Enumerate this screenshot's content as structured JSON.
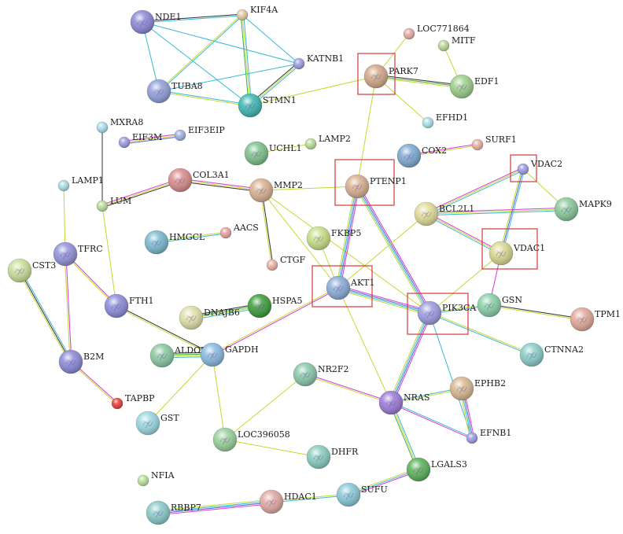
{
  "network": {
    "nodes": [
      {
        "id": "NDE1",
        "label": "NDE1",
        "color": "#8a86d6",
        "size": "large"
      },
      {
        "id": "KIF4A",
        "label": "KIF4A",
        "color": "#e2c8a0",
        "size": "small"
      },
      {
        "id": "KATNB1",
        "label": "KATNB1",
        "color": "#9a9ae0",
        "size": "small"
      },
      {
        "id": "TUBA8",
        "label": "TUBA8",
        "color": "#8f9fd8",
        "size": "large"
      },
      {
        "id": "STMN1",
        "label": "STMN1",
        "color": "#3bb5b0",
        "size": "large"
      },
      {
        "id": "LOC771864",
        "label": "LOC771864",
        "color": "#e8a8a0",
        "size": "small"
      },
      {
        "id": "MITF",
        "label": "MITF",
        "color": "#b8d890",
        "size": "small"
      },
      {
        "id": "PARK7",
        "label": "PARK7",
        "color": "#d2a888",
        "size": "large"
      },
      {
        "id": "EDF1",
        "label": "EDF1",
        "color": "#9ccf8a",
        "size": "large"
      },
      {
        "id": "EFHD1",
        "label": "EFHD1",
        "color": "#a8dfe8",
        "size": "small"
      },
      {
        "id": "MXRA8",
        "label": "MXRA8",
        "color": "#a8dcea",
        "size": "small"
      },
      {
        "id": "EIF3M",
        "label": "EIF3M",
        "color": "#9a9ae0",
        "size": "small"
      },
      {
        "id": "EIF3EIP",
        "label": "EIF3EIP",
        "color": "#9fb0e0",
        "size": "small"
      },
      {
        "id": "UCHL1",
        "label": "UCHL1",
        "color": "#7cc08a",
        "size": "large"
      },
      {
        "id": "LAMP2",
        "label": "LAMP2",
        "color": "#b8dc98",
        "size": "small"
      },
      {
        "id": "COX2",
        "label": "COX2",
        "color": "#7aa8d0",
        "size": "large"
      },
      {
        "id": "SURF1",
        "label": "SURF1",
        "color": "#e8b0a0",
        "size": "small"
      },
      {
        "id": "VDAC2",
        "label": "VDAC2",
        "color": "#9a9ae0",
        "size": "small"
      },
      {
        "id": "LAMP1",
        "label": "LAMP1",
        "color": "#a8dce0",
        "size": "small"
      },
      {
        "id": "LUM",
        "label": "LUM",
        "color": "#b8dc98",
        "size": "small"
      },
      {
        "id": "COL3A1",
        "label": "COL3A1",
        "color": "#d88a8a",
        "size": "large"
      },
      {
        "id": "MMP2",
        "label": "MMP2",
        "color": "#d8b090",
        "size": "large"
      },
      {
        "id": "PTENP1",
        "label": "PTENP1",
        "color": "#d8ae90",
        "size": "large"
      },
      {
        "id": "BCL2L1",
        "label": "BCL2L1",
        "color": "#e0dc98",
        "size": "large"
      },
      {
        "id": "MAPK9",
        "label": "MAPK9",
        "color": "#88c89a",
        "size": "large"
      },
      {
        "id": "HMGCL",
        "label": "HMGCL",
        "color": "#7ab8d0",
        "size": "large"
      },
      {
        "id": "AACS",
        "label": "AACS",
        "color": "#e8a0a0",
        "size": "small"
      },
      {
        "id": "FKBP5",
        "label": "FKBP5",
        "color": "#c8e088",
        "size": "large"
      },
      {
        "id": "VDAC1",
        "label": "VDAC1",
        "color": "#d8d890",
        "size": "large"
      },
      {
        "id": "TFRC",
        "label": "TFRC",
        "color": "#9090d8",
        "size": "large"
      },
      {
        "id": "CST3",
        "label": "CST3",
        "color": "#c8e098",
        "size": "large"
      },
      {
        "id": "CTGF",
        "label": "CTGF",
        "color": "#eab0a0",
        "size": "small"
      },
      {
        "id": "AKT1",
        "label": "AKT1",
        "color": "#8aaad8",
        "size": "large"
      },
      {
        "id": "PIK3CA",
        "label": "PIK3CA",
        "color": "#9a9ae0",
        "size": "large"
      },
      {
        "id": "GSN",
        "label": "GSN",
        "color": "#88d0a8",
        "size": "large"
      },
      {
        "id": "TPM1",
        "label": "TPM1",
        "color": "#e0a898",
        "size": "large"
      },
      {
        "id": "FTH1",
        "label": "FTH1",
        "color": "#8a8ad8",
        "size": "large"
      },
      {
        "id": "DNAJB6",
        "label": "DNAJB6",
        "color": "#e0e0a8",
        "size": "large"
      },
      {
        "id": "HSPA5",
        "label": "HSPA5",
        "color": "#3a9a3a",
        "size": "large"
      },
      {
        "id": "ALDOB",
        "label": "ALDOB",
        "color": "#88c8a0",
        "size": "large"
      },
      {
        "id": "GAPDH",
        "label": "GAPDH",
        "color": "#88b8e0",
        "size": "large"
      },
      {
        "id": "CTNNA2",
        "label": "CTNNA2",
        "color": "#88ccc8",
        "size": "large"
      },
      {
        "id": "B2M",
        "label": "B2M",
        "color": "#8888d8",
        "size": "large"
      },
      {
        "id": "NR2F2",
        "label": "NR2F2",
        "color": "#88c8a8",
        "size": "large"
      },
      {
        "id": "EPHB2",
        "label": "EPHB2",
        "color": "#d8b890",
        "size": "large"
      },
      {
        "id": "TAPBP",
        "label": "TAPBP",
        "color": "#e83838",
        "size": "small"
      },
      {
        "id": "GST",
        "label": "GST",
        "color": "#98d8e0",
        "size": "large"
      },
      {
        "id": "NRAS",
        "label": "NRAS",
        "color": "#9a78d8",
        "size": "large"
      },
      {
        "id": "EFNB1",
        "label": "EFNB1",
        "color": "#9a9ae0",
        "size": "small"
      },
      {
        "id": "LOC396058",
        "label": "LOC396058",
        "color": "#98d098",
        "size": "large"
      },
      {
        "id": "DHFR",
        "label": "DHFR",
        "color": "#88ccc0",
        "size": "large"
      },
      {
        "id": "LGALS3",
        "label": "LGALS3",
        "color": "#58b058",
        "size": "large"
      },
      {
        "id": "NFIA",
        "label": "NFIA",
        "color": "#b8e098",
        "size": "small"
      },
      {
        "id": "SUFU",
        "label": "SUFU",
        "color": "#88c8d8",
        "size": "large"
      },
      {
        "id": "HDAC1",
        "label": "HDAC1",
        "color": "#e0a8a0",
        "size": "large"
      },
      {
        "id": "RBBP7",
        "label": "RBBP7",
        "color": "#88cac8",
        "size": "large"
      }
    ],
    "highlighted": [
      "PARK7",
      "PTENP1",
      "VDAC2",
      "VDAC1",
      "AKT1",
      "PIK3CA"
    ],
    "edge_colors": {
      "yellow": "#c8d830",
      "cyan": "#38b8d8",
      "magenta": "#d838d8",
      "black": "#303030",
      "blue": "#4868d8",
      "green": "#48a848"
    },
    "edges": [
      {
        "a": "NDE1",
        "b": "KIF4A",
        "types": [
          "black",
          "cyan"
        ]
      },
      {
        "a": "NDE1",
        "b": "KATNB1",
        "types": [
          "cyan"
        ]
      },
      {
        "a": "NDE1",
        "b": "TUBA8",
        "types": [
          "cyan"
        ]
      },
      {
        "a": "NDE1",
        "b": "STMN1",
        "types": [
          "cyan"
        ]
      },
      {
        "a": "KIF4A",
        "b": "KATNB1",
        "types": [
          "cyan"
        ]
      },
      {
        "a": "KIF4A",
        "b": "TUBA8",
        "types": [
          "cyan",
          "yellow"
        ]
      },
      {
        "a": "KIF4A",
        "b": "STMN1",
        "types": [
          "cyan",
          "yellow",
          "green"
        ]
      },
      {
        "a": "KATNB1",
        "b": "TUBA8",
        "types": [
          "cyan"
        ]
      },
      {
        "a": "KATNB1",
        "b": "STMN1",
        "types": [
          "cyan",
          "yellow",
          "black"
        ]
      },
      {
        "a": "TUBA8",
        "b": "STMN1",
        "types": [
          "cyan",
          "yellow"
        ]
      },
      {
        "a": "STMN1",
        "b": "PARK7",
        "types": [
          "yellow"
        ]
      },
      {
        "a": "LOC771864",
        "b": "PARK7",
        "types": [
          "yellow"
        ]
      },
      {
        "a": "MITF",
        "b": "EDF1",
        "types": [
          "yellow"
        ]
      },
      {
        "a": "PARK7",
        "b": "EDF1",
        "types": [
          "black",
          "green",
          "yellow"
        ]
      },
      {
        "a": "PARK7",
        "b": "EFHD1",
        "types": [
          "yellow"
        ]
      },
      {
        "a": "PARK7",
        "b": "PTENP1",
        "types": [
          "yellow"
        ]
      },
      {
        "a": "MXRA8",
        "b": "LUM",
        "types": [
          "black"
        ]
      },
      {
        "a": "EIF3M",
        "b": "EIF3EIP",
        "types": [
          "magenta",
          "yellow",
          "blue"
        ]
      },
      {
        "a": "UCHL1",
        "b": "LAMP2",
        "types": [
          "yellow"
        ]
      },
      {
        "a": "COX2",
        "b": "SURF1",
        "types": [
          "magenta",
          "yellow"
        ]
      },
      {
        "a": "LAMP1",
        "b": "TFRC",
        "types": [
          "yellow"
        ]
      },
      {
        "a": "LUM",
        "b": "COL3A1",
        "types": [
          "magenta",
          "yellow",
          "black"
        ]
      },
      {
        "a": "LUM",
        "b": "FTH1",
        "types": [
          "yellow"
        ]
      },
      {
        "a": "COL3A1",
        "b": "MMP2",
        "types": [
          "magenta",
          "yellow",
          "black"
        ]
      },
      {
        "a": "MMP2",
        "b": "PTENP1",
        "types": [
          "yellow"
        ]
      },
      {
        "a": "MMP2",
        "b": "CTGF",
        "types": [
          "black",
          "yellow"
        ]
      },
      {
        "a": "MMP2",
        "b": "AKT1",
        "types": [
          "yellow"
        ]
      },
      {
        "a": "MMP2",
        "b": "PIK3CA",
        "types": [
          "yellow"
        ]
      },
      {
        "a": "PTENP1",
        "b": "AKT1",
        "types": [
          "magenta",
          "blue",
          "cyan",
          "yellow"
        ]
      },
      {
        "a": "PTENP1",
        "b": "PIK3CA",
        "types": [
          "magenta",
          "blue",
          "cyan",
          "yellow"
        ]
      },
      {
        "a": "BCL2L1",
        "b": "VDAC2",
        "types": [
          "magenta",
          "yellow",
          "cyan"
        ]
      },
      {
        "a": "BCL2L1",
        "b": "VDAC1",
        "types": [
          "magenta",
          "yellow",
          "cyan"
        ]
      },
      {
        "a": "BCL2L1",
        "b": "MAPK9",
        "types": [
          "magenta",
          "yellow",
          "cyan"
        ]
      },
      {
        "a": "BCL2L1",
        "b": "AKT1",
        "types": [
          "yellow"
        ]
      },
      {
        "a": "VDAC2",
        "b": "VDAC1",
        "types": [
          "cyan",
          "blue",
          "yellow"
        ]
      },
      {
        "a": "VDAC2",
        "b": "MAPK9",
        "types": [
          "yellow"
        ]
      },
      {
        "a": "VDAC1",
        "b": "GSN",
        "types": [
          "magenta"
        ]
      },
      {
        "a": "VDAC1",
        "b": "PIK3CA",
        "types": [
          "yellow"
        ]
      },
      {
        "a": "HMGCL",
        "b": "AACS",
        "types": [
          "yellow",
          "cyan"
        ]
      },
      {
        "a": "FKBP5",
        "b": "AKT1",
        "types": [
          "yellow"
        ]
      },
      {
        "a": "AKT1",
        "b": "PIK3CA",
        "types": [
          "magenta",
          "blue",
          "cyan",
          "yellow"
        ]
      },
      {
        "a": "AKT1",
        "b": "GAPDH",
        "types": [
          "magenta",
          "yellow"
        ]
      },
      {
        "a": "AKT1",
        "b": "NRAS",
        "types": [
          "yellow"
        ]
      },
      {
        "a": "PIK3CA",
        "b": "GSN",
        "types": [
          "yellow",
          "cyan"
        ]
      },
      {
        "a": "PIK3CA",
        "b": "CTNNA2",
        "types": [
          "yellow",
          "cyan"
        ]
      },
      {
        "a": "PIK3CA",
        "b": "NRAS",
        "types": [
          "magenta",
          "blue",
          "cyan",
          "yellow"
        ]
      },
      {
        "a": "PIK3CA",
        "b": "EFNB1",
        "types": [
          "cyan"
        ]
      },
      {
        "a": "GSN",
        "b": "TPM1",
        "types": [
          "black",
          "yellow"
        ]
      },
      {
        "a": "TFRC",
        "b": "FTH1",
        "types": [
          "magenta",
          "yellow"
        ]
      },
      {
        "a": "TFRC",
        "b": "B2M",
        "types": [
          "magenta",
          "yellow"
        ]
      },
      {
        "a": "CST3",
        "b": "B2M",
        "types": [
          "cyan",
          "black",
          "yellow"
        ]
      },
      {
        "a": "FTH1",
        "b": "GAPDH",
        "types": [
          "black",
          "yellow"
        ]
      },
      {
        "a": "DNAJB6",
        "b": "HSPA5",
        "types": [
          "black",
          "green",
          "yellow",
          "cyan"
        ]
      },
      {
        "a": "ALDOB",
        "b": "GAPDH",
        "types": [
          "black",
          "green",
          "yellow",
          "cyan"
        ]
      },
      {
        "a": "GAPDH",
        "b": "GST",
        "types": [
          "yellow"
        ]
      },
      {
        "a": "GAPDH",
        "b": "LOC396058",
        "types": [
          "yellow"
        ]
      },
      {
        "a": "B2M",
        "b": "TAPBP",
        "types": [
          "magenta",
          "yellow"
        ]
      },
      {
        "a": "NR2F2",
        "b": "LOC396058",
        "types": [
          "yellow"
        ]
      },
      {
        "a": "NR2F2",
        "b": "NRAS",
        "types": [
          "magenta",
          "yellow"
        ]
      },
      {
        "a": "NRAS",
        "b": "EPHB2",
        "types": [
          "cyan",
          "yellow"
        ]
      },
      {
        "a": "NRAS",
        "b": "EFNB1",
        "types": [
          "cyan",
          "magenta"
        ]
      },
      {
        "a": "NRAS",
        "b": "LGALS3",
        "types": [
          "cyan",
          "yellow",
          "green"
        ]
      },
      {
        "a": "EPHB2",
        "b": "EFNB1",
        "types": [
          "magenta",
          "blue",
          "cyan",
          "yellow"
        ]
      },
      {
        "a": "LOC396058",
        "b": "DHFR",
        "types": [
          "yellow"
        ]
      },
      {
        "a": "LGALS3",
        "b": "SUFU",
        "types": [
          "magenta",
          "cyan",
          "yellow"
        ]
      },
      {
        "a": "SUFU",
        "b": "HDAC1",
        "types": [
          "cyan",
          "yellow"
        ]
      },
      {
        "a": "HDAC1",
        "b": "RBBP7",
        "types": [
          "magenta",
          "blue",
          "cyan",
          "yellow"
        ]
      }
    ]
  }
}
